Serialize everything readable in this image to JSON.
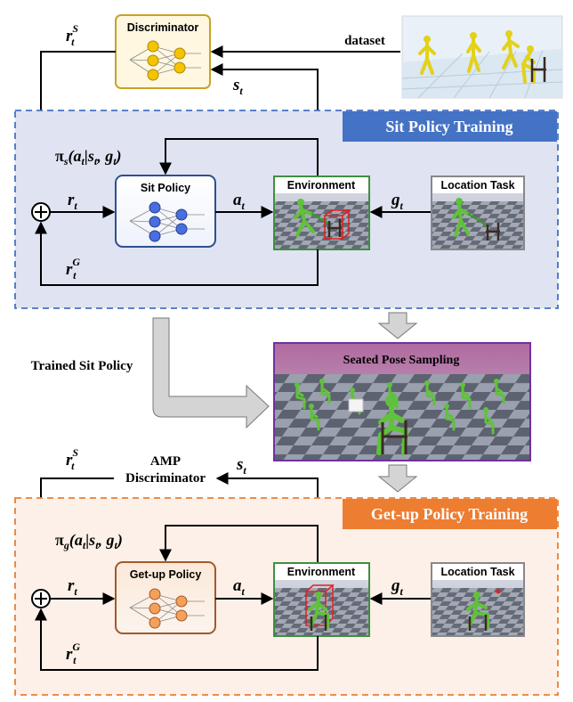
{
  "colors": {
    "sit_panel_fill": "#dfe3f2",
    "sit_panel_border": "#4472c4",
    "sit_title_bg": "#4472c4",
    "getup_panel_fill": "#fcf0e8",
    "getup_panel_border": "#ed7d31",
    "getup_title_bg": "#ed7d31",
    "discriminator_border": "#c9a227",
    "discriminator_node": "#f5c400",
    "sit_policy_border": "#2f4f8f",
    "sit_policy_node": "#4a6ee0",
    "getup_policy_border": "#a15a2a",
    "getup_policy_node": "#f5a05a",
    "env_border": "#3f8f3f",
    "sampling_border": "#7030a0",
    "task_border": "#888888",
    "checker_light": "#9aa0ad",
    "checker_dark": "#5c626f",
    "humanoid_green": "#5fc23a",
    "humanoid_yellow": "#e3d11a",
    "target_box_red": "#e02020"
  },
  "top": {
    "discriminator_label": "Discriminator",
    "dataset_label": "dataset",
    "r_S": "r",
    "r_S_sup": "S",
    "r_S_sub": "t",
    "s_t": "s",
    "s_t_sub": "t"
  },
  "sit": {
    "title": "Sit Policy Training",
    "pi_label": "π",
    "pi_sub": "s",
    "pi_args": "(a",
    "pi_args_sub1": "t",
    "pi_args_mid": "|s",
    "pi_args_sub2": "t",
    "pi_args_end": ", g",
    "pi_args_sub3": "t",
    "pi_close": ")",
    "policy_label": "Sit Policy",
    "env_label": "Environment",
    "task_label": "Location Task",
    "r_t": "r",
    "r_t_sub": "t",
    "a_t": "a",
    "a_t_sub": "t",
    "g_t": "g",
    "g_t_sub": "t",
    "r_G": "r",
    "r_G_sup": "G",
    "r_G_sub": "t"
  },
  "middle": {
    "trained_label": "Trained Sit Policy",
    "sampling_label": "Seated Pose Sampling"
  },
  "getup": {
    "title": "Get-up Policy Training",
    "r_S": "r",
    "r_S_sup": "S",
    "r_S_sub": "t",
    "amp_line1": "AMP",
    "amp_line2": "Discriminator",
    "s_t": "s",
    "s_t_sub": "t",
    "pi_label": "π",
    "pi_sub": "g",
    "pi_args": "(a",
    "pi_args_sub1": "t",
    "pi_args_mid": "|s",
    "pi_args_sub2": "t",
    "pi_args_end": ", g",
    "pi_args_sub3": "t",
    "pi_close": ")",
    "policy_label": "Get-up Policy",
    "env_label": "Environment",
    "task_label": "Location Task",
    "r_t": "r",
    "r_t_sub": "t",
    "a_t": "a",
    "a_t_sub": "t",
    "g_t": "g",
    "g_t_sub": "t",
    "r_G": "r",
    "r_G_sup": "G",
    "r_G_sub": "t"
  }
}
